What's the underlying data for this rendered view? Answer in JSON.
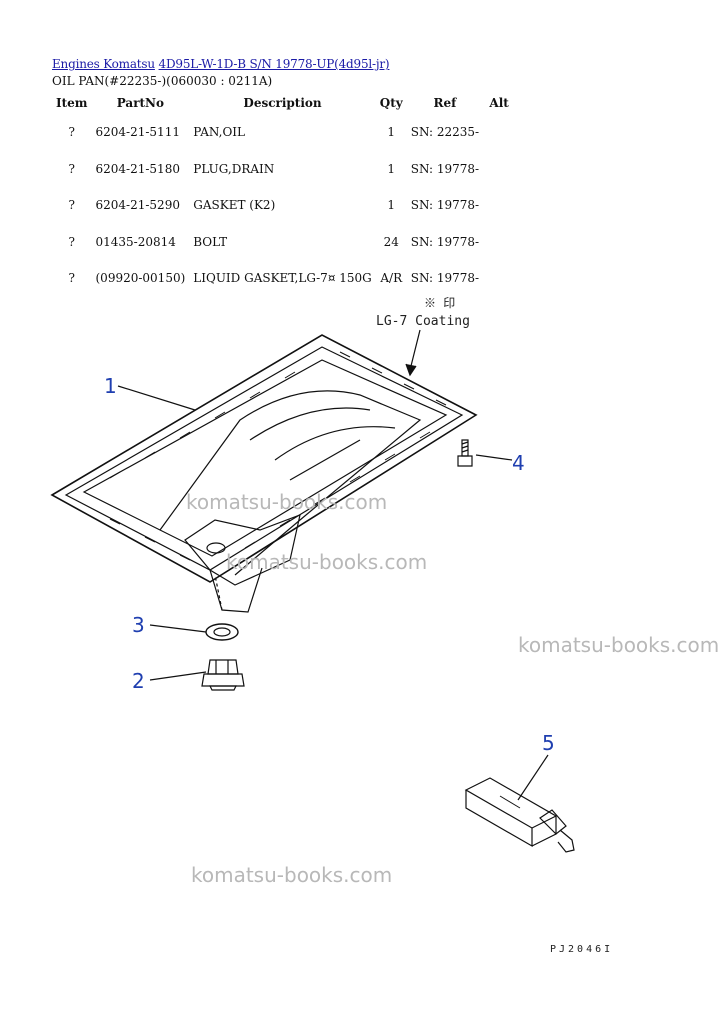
{
  "breadcrumb": {
    "link1": "Engines Komatsu",
    "link2": "4D95L-W-1D-B S/N 19778-UP(4d95l-jr)"
  },
  "subtitle": "OIL PAN(#22235-)(060030 : 0211A)",
  "table": {
    "headers": {
      "item": "Item",
      "partno": "PartNo",
      "description": "Description",
      "qty": "Qty",
      "ref": "Ref",
      "alt": "Alt"
    },
    "rows": [
      {
        "item": "?",
        "partno": "6204-21-5111",
        "description": "PAN,OIL",
        "qty": "1",
        "ref": "SN: 22235-",
        "alt": ""
      },
      {
        "item": "?",
        "partno": "6204-21-5180",
        "description": "PLUG,DRAIN",
        "qty": "1",
        "ref": "SN: 19778-",
        "alt": ""
      },
      {
        "item": "?",
        "partno": "6204-21-5290",
        "description": "GASKET (K2)",
        "qty": "1",
        "ref": "SN: 19778-",
        "alt": ""
      },
      {
        "item": "?",
        "partno": "01435-20814",
        "description": "BOLT",
        "qty": "24",
        "ref": "SN: 19778-",
        "alt": ""
      },
      {
        "item": "?",
        "partno": "(09920-00150)",
        "description": "LIQUID GASKET,LG-7¤ 150G",
        "qty": "A/R",
        "ref": "SN: 19778-",
        "alt": ""
      }
    ]
  },
  "diagram": {
    "coating_label": "LG-7 Coating",
    "coating_symbols": "※ 印",
    "callouts": [
      "1",
      "2",
      "3",
      "4",
      "5"
    ]
  },
  "watermark": "komatsu-books.com",
  "figure_code": "PJ2046I"
}
